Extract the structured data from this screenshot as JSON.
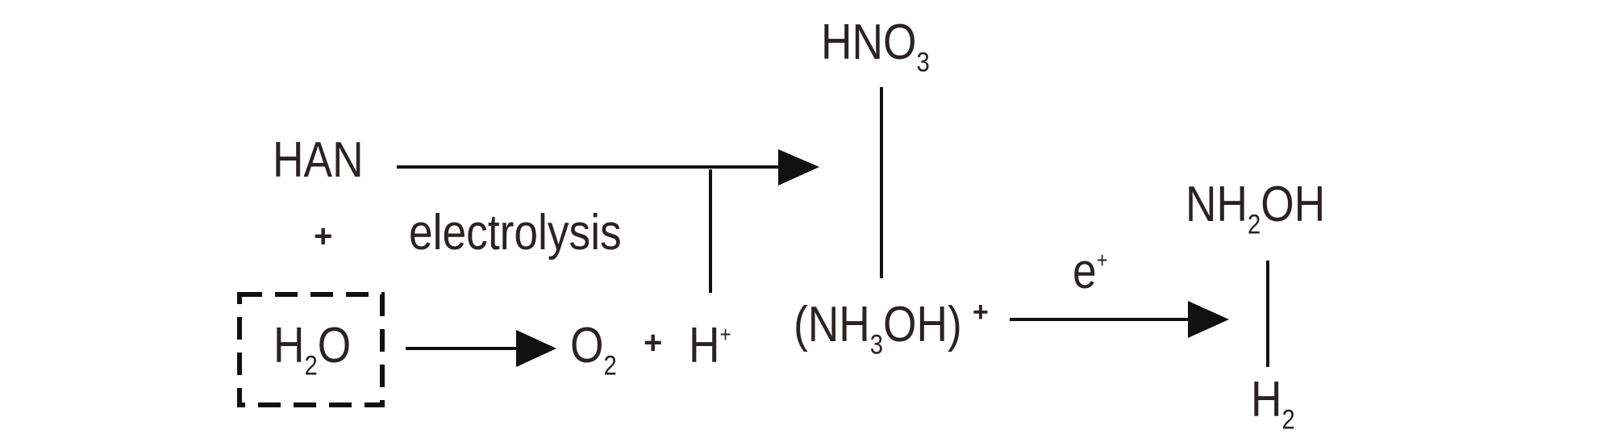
{
  "species": {
    "hno3": {
      "main": "HNO",
      "sub": "3"
    },
    "han": "HAN",
    "plus1": "+",
    "electrolysis": "electrolysis",
    "h2o": {
      "pre": "H",
      "sub": "2",
      "post": "O"
    },
    "o2": {
      "main": "O",
      "sub": "2"
    },
    "plus2": "+",
    "hplus": {
      "main": "H",
      "sup": "+"
    },
    "nh3oh": {
      "pre": "(NH",
      "sub": "3",
      "post": "OH)"
    },
    "nh3oh_charge": "+",
    "electron": {
      "main": "e",
      "sup": "+"
    },
    "nh2oh": {
      "pre": "NH",
      "sub": "2",
      "post": "OH"
    },
    "h2": {
      "main": "H",
      "sub": "2"
    }
  },
  "colors": {
    "ink": "#2b2323",
    "arrow": "#111111"
  }
}
